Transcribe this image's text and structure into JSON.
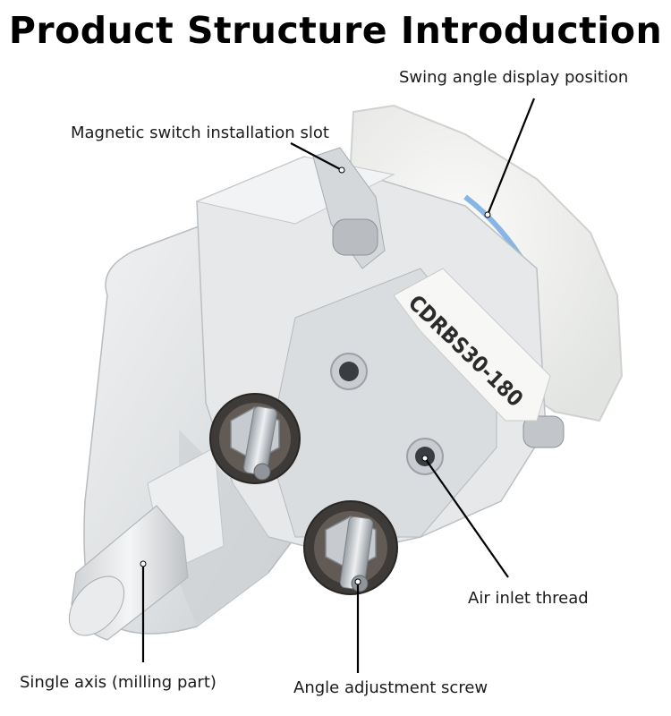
{
  "title": "Product Structure Introduction",
  "model_label": "CDRBS30-180",
  "callouts": {
    "swing_angle": "Swing angle display position",
    "magnetic_slot": "Magnetic switch installation slot",
    "air_inlet": "Air inlet thread",
    "single_axis": "Single axis (milling part)",
    "angle_screw": "Angle adjustment screw"
  },
  "colors": {
    "body": "#e4e6e8",
    "body_shadow": "#c9cccf",
    "disc": "#f3f4f2",
    "accent_blue": "#2d7fd6",
    "leader_line": "#000000"
  }
}
